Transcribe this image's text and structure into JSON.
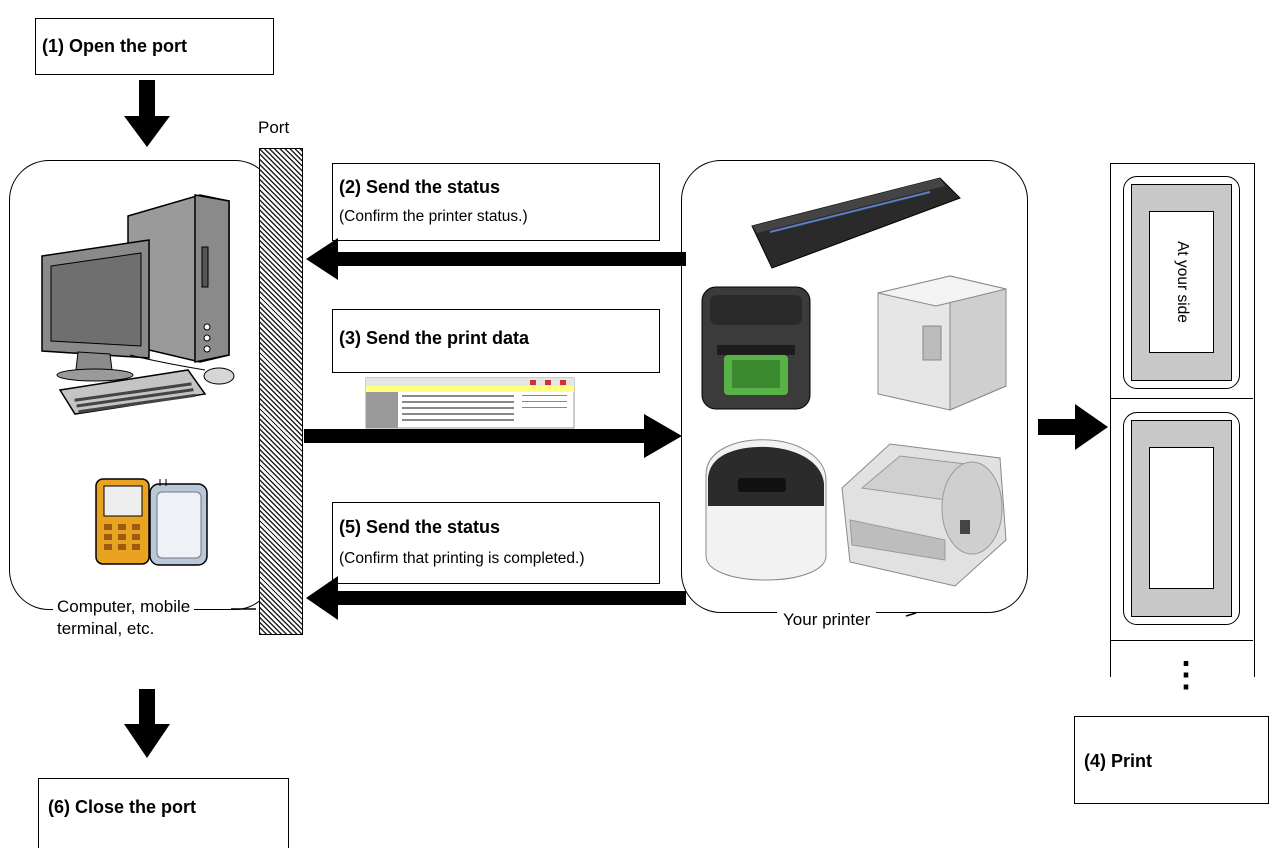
{
  "steps": {
    "open": "(1) Open the port",
    "send_status_1": "(2) Send the status",
    "send_status_1_note": "(Confirm the printer status.)",
    "send_print_data": "(3) Send the print data",
    "print": "(4) Print",
    "send_status_2": "(5) Send the status",
    "send_status_2_note": "(Confirm that printing is completed.)",
    "close": "(6) Close the port"
  },
  "labels": {
    "port": "Port",
    "computer_line1": "Computer, mobile",
    "computer_line2": "terminal, etc.",
    "printer": "Your printer",
    "label_text": "At your side",
    "ellipsis": "⋮"
  },
  "icons": [
    "desktop-computer-icon",
    "mobile-terminal-icon",
    "printer-icon",
    "hex-data-icon",
    "arrow-icon"
  ],
  "colors": {
    "arrow": "#000000",
    "port_hatch": "#222222",
    "label_gray": "#c8c8c8",
    "hex_header": "#ffff80",
    "handset": "#e8a321"
  }
}
